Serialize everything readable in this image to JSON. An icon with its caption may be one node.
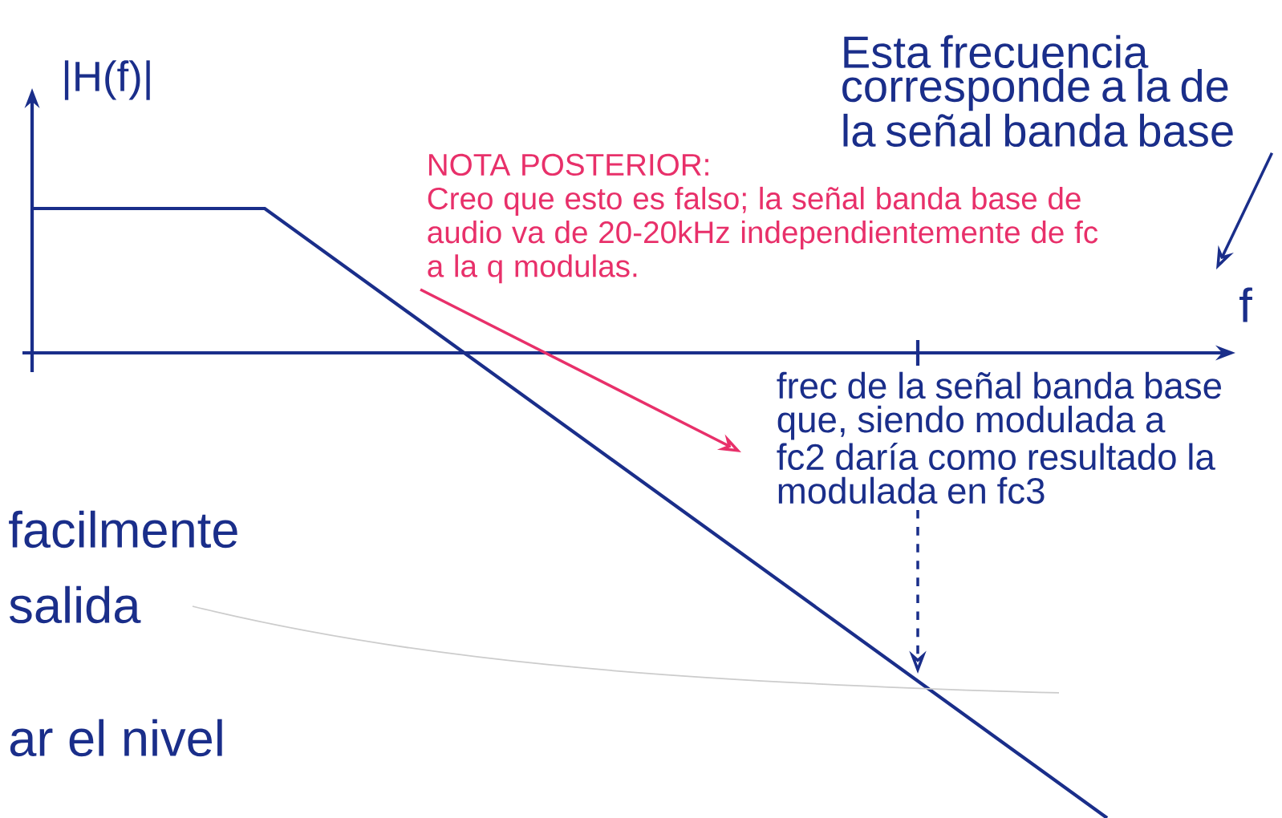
{
  "diagram": {
    "nodes": [
      {
        "text": [
          "Esta frecuencia corresponde a la de la señal banda base"
        ]
      },
      {
        "text": [
          "NOTA POSTERIOR:",
          "Creo que esto es falso; la señal banda base de audio va de 20-20kHz independientemente de fc a la q modulas."
        ]
      },
      {
        "text": [
          "frec de la señal banda base que, siendo modulada a fc2 daría como resultado la modulada en fc3"
        ]
      }
    ],
    "edges": [
      {
        "from": 0,
        "to": null,
        "arrow": "to"
      },
      {
        "from": 1,
        "to": null,
        "arrow": "to",
        "color": "#e8306a"
      },
      {
        "from": 2,
        "to": null,
        "arrow": "to",
        "style": "dashed"
      }
    ],
    "labels": [
      "|H(f)|",
      "f",
      "facilmente",
      "salida",
      "ar el nivel"
    ]
  }
}
